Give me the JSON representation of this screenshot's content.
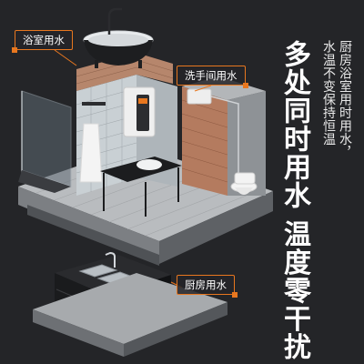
{
  "tags": {
    "bathroom": "浴室用水",
    "washroom": "洗手间用水",
    "kitchen": "厨房用水"
  },
  "headline": "多处同时用水 温度零干扰",
  "subtext": {
    "line1": "厨房浴室用时用水，",
    "line2": "水温不变保持恒温"
  },
  "colors": {
    "background": "#242528",
    "accent": "#e8771f",
    "text": "#ffffff"
  }
}
